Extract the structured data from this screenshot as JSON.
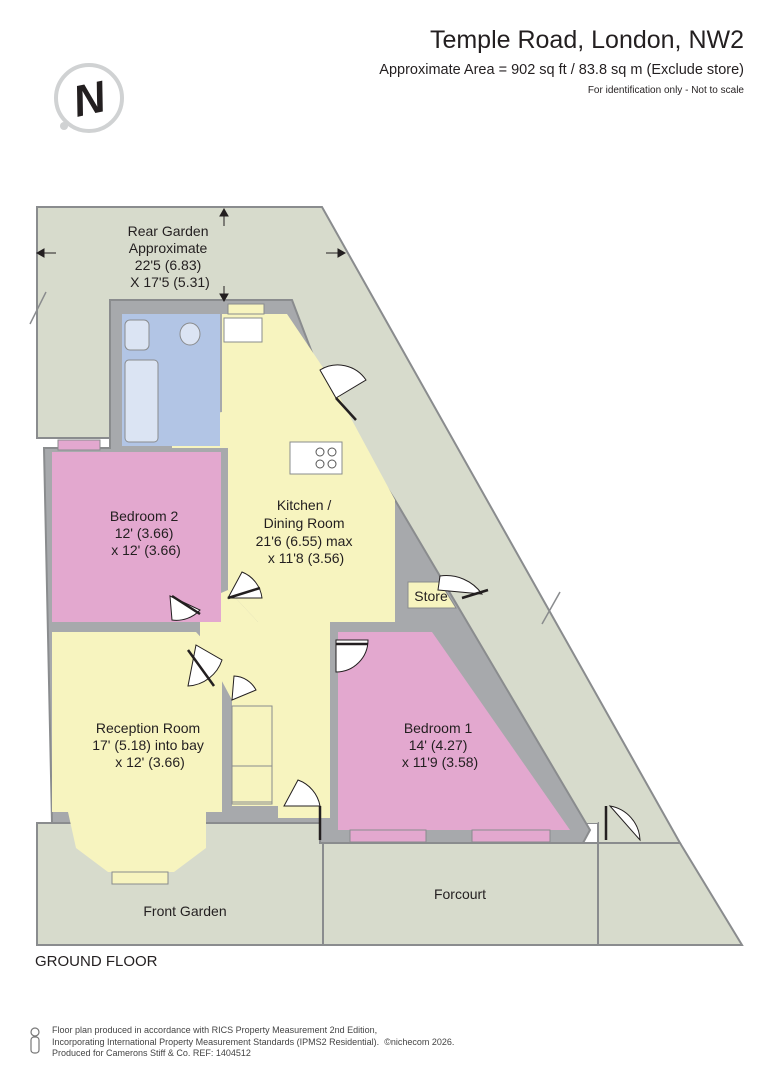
{
  "header": {
    "title": "Temple Road, London, NW2",
    "area": "Approximate Area = 902 sq ft / 83.8 sq m (Exclude store)",
    "note": "For identification only - Not to scale"
  },
  "compass": {
    "letter": "N"
  },
  "rooms": {
    "rear_garden": {
      "name": "Rear Garden",
      "line2": "Approximate",
      "line3": "22'5 (6.83)",
      "line4": "X 17'5 (5.31)"
    },
    "bedroom2": {
      "name": "Bedroom 2",
      "line2": "12' (3.66)",
      "line3": "x 12' (3.66)"
    },
    "kitchen": {
      "name": "Kitchen /",
      "line2": "Dining Room",
      "line3": "21'6 (6.55) max",
      "line4": "x 11'8 (3.56)"
    },
    "store": {
      "name": "Store"
    },
    "reception": {
      "name": "Reception Room",
      "line2": "17' (5.18) into bay",
      "line3": "x 12' (3.66)"
    },
    "bedroom1": {
      "name": "Bedroom 1",
      "line2": "14' (4.27)",
      "line3": "x 11'9 (3.58)"
    },
    "forecourt": {
      "name": "Forcourt"
    },
    "front_garden": {
      "name": "Front Garden"
    }
  },
  "floor_label": "GROUND FLOOR",
  "footer": {
    "line1": "Floor plan produced in accordance with RICS Property Measurement 2nd Edition,",
    "line2": "Incorporating International Property Measurement Standards (IPMS2 Residential).",
    "copyright": "©nichecom 2026.",
    "line3": "Produced for Camerons Stiff & Co.   REF: 1404512"
  },
  "colors": {
    "garden": "#d7dbcc",
    "kitchen": "#f7f4bf",
    "bedroom": "#e3a8cf",
    "bathroom": "#b2c5e5",
    "wall": "#8a8c8e"
  }
}
